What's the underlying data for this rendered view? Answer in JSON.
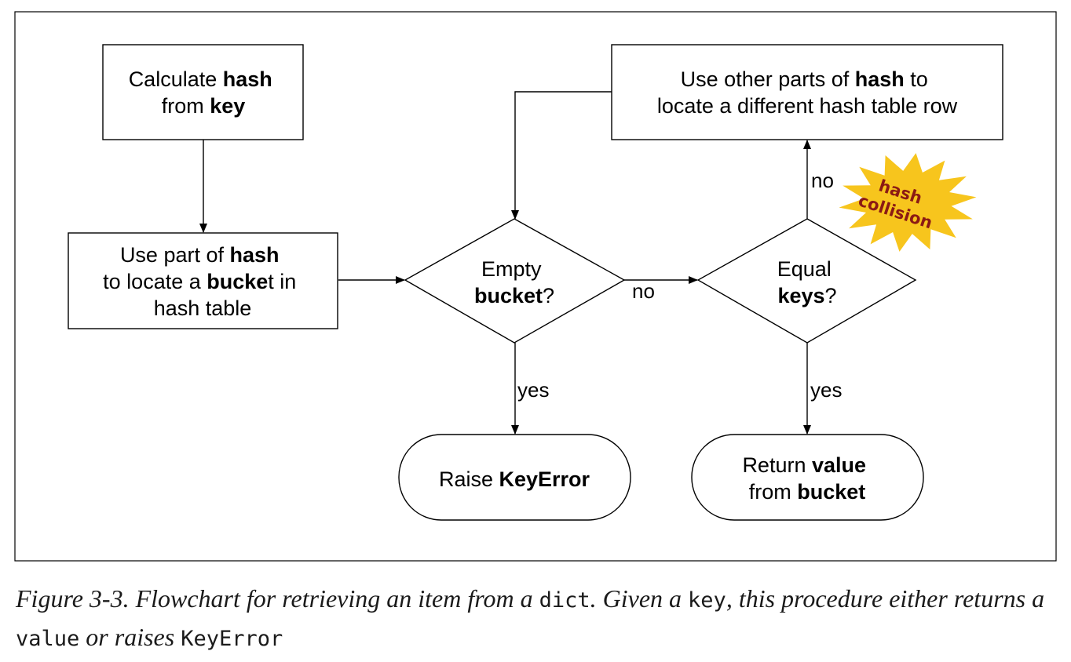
{
  "nodes": {
    "calc_hash": {
      "line1": [
        "Calculate ",
        "hash"
      ],
      "line2": [
        "from ",
        "key"
      ]
    },
    "locate_bucket": {
      "line1": [
        "Use part of ",
        "hash"
      ],
      "line2": [
        "to locate a ",
        "bucke",
        "t in"
      ],
      "line3": "hash table"
    },
    "empty_bucket": {
      "line1": "Empty",
      "line2": [
        "bucket",
        "?"
      ]
    },
    "equal_keys": {
      "line1": "Equal",
      "line2": [
        "keys",
        "?"
      ]
    },
    "other_parts": {
      "line1": [
        "Use other parts of ",
        "hash",
        " to"
      ],
      "line2": "locate a different hash table row"
    },
    "raise_keyerror": {
      "line1": [
        "Raise ",
        "KeyError"
      ]
    },
    "return_value": {
      "line1": [
        "Return ",
        "value"
      ],
      "line2": [
        "from ",
        "bucket"
      ]
    }
  },
  "edge_labels": {
    "empty_no": "no",
    "empty_yes": "yes",
    "equal_no": "no",
    "equal_yes": "yes"
  },
  "burst": {
    "line1": "hash",
    "line2": "collision",
    "fill_color": "#f7c51d",
    "text_color": "#8b1a14"
  },
  "caption": {
    "part1": "Figure 3-3. Flowchart for retrieving an item from a ",
    "code1": "dict",
    "part2": ". Given a ",
    "code2": "key",
    "part3": ", this procedure either returns a ",
    "code3": "value",
    "part4": " or raises ",
    "code4": "KeyError"
  }
}
